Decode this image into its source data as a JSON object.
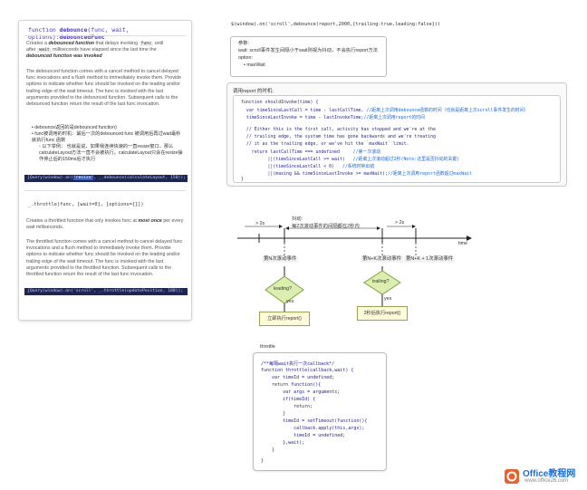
{
  "doc": {
    "signature_prefix": "function ",
    "signature_name": "debounce",
    "signature_rest": "(func, wait, options):",
    "signature_ret": "debouncedFunc",
    "p1_a": "Creates a ",
    "p1_b": "debounced function",
    "p1_c": " that delays invoking ",
    "p1_code1": "func",
    "p1_d": " until",
    "p1_e": "after ",
    "p1_code2": "wait",
    "p1_f": " milliseconds have elapsed since the last time the",
    "p1_g": "debounced function was invoked",
    "p2": "The debounced function comes with a cancel method to cancel delayed func invocations and a flush method to immediately invoke them. Provide options to indicate whether func should be invoked on the leading and/or trailing edge of the wait timeout. The func is invoked with the last arguments provided to the debounced function. Subsequent calls to the debounced function return the result of the last func invocation.",
    "b1": "• debounce返回的是debounced function)",
    "b2": "• func被调用的时机：最后一次的debounced func 被调用后再过wait毫秒 就执行func 函数",
    "b3": "◦ 以下举例：  也就是说，如果我连续快速的一直resize窗口，那么calculateLayout方法一直不会被执行。calculateLayout只会在resize操作停止后的150ms后才执行",
    "code1_a": "jQuery(window).on(",
    "code1_hl": "'resize'",
    "code1_b": ", _.debounce(calculateLayout, 150));",
    "sig2": "_.throttle(func, [wait=0], [options={}])",
    "p3_a": "Creates a throttled function that only invokes ",
    "p3_b": "func",
    "p3_c": " at ",
    "p3_d": "most once",
    "p3_e": " per every wait milliseconds.",
    "p4": "The throttled function comes with a cancel method to cancel delayed func invocations and a flush method to immediately invoke them. Provide options to indicate whether func should be invoked on the leading and/or trailing edge of the wait timeout. The func is invoked with the last arguments provided to the throttled function. Subsequent calls to the throttled function return the result of the last func invocation.",
    "code2": "jQuery(window).on('scroll', _.throttle(updatePosition, 100));"
  },
  "top": {
    "line": "$(window).on('scroll',debounce(report,2000,{trailing:true,leading:false}))",
    "params_title": "参数:",
    "params_wait": "wait: scroll事件发生间隔小于wait则视为抖动，不会执行report方法",
    "params_option": "option:",
    "params_max": "• maxWait"
  },
  "invoke": {
    "title_a": "调用",
    "title_b": "report",
    "title_c": " 的时机:",
    "l1": "function shouldInvoke(time) {",
    "l2a": "  var timeSinceLastCall = time - lastCallTime, ",
    "l2b": "//距离上次调用debounce函数的时间（也就是距离上次scroll事件发生的时间）",
    "l3a": "  timeSinceLastInvoke = time - lastInvokeTime;",
    "l3b": "//距离上次调用report的时间",
    "l4": "  // Either this is the first call, activity has stopped and we're at the",
    "l5": "  // trailing edge, the system time has gone backwards and we're treating",
    "l6": "  // it as the trailing edge, or we've hit the `maxWait` limit.",
    "l7a": "    return lastCallTime === undefined     ",
    "l7b": "//第一次滚动",
    "l8a": "          ||(timeSinceLastCall >= wait)   ",
    "l8b": "//距离上次滚动超过2秒(Note:这里是否抖动的关键)",
    "l9a": "          ||(timeSinceLastCall < 0)   ",
    "l9b": "//系统时钟出错",
    "l10a": "          ||(maxing && timeSinceLastInvoke >= maxWait);",
    "l10b": "//距离上次调用report函数超过maxWait",
    "l11": "}"
  },
  "timeline": {
    "gap1": "> 2s",
    "jitter": "抖动:",
    "jitter2": "每2次滚动事件的间隔都在2秒内",
    "gap2": "> 2s",
    "time": "time",
    "ev1": "第N次滚动事件",
    "ev2": "第N+K次滚动事件",
    "ev3": "第N+K + 1次滚动事件",
    "leading": "leading?",
    "trailing": "trailing?",
    "yes1": "yes",
    "yes2": "yes",
    "res1": "立即执行report()",
    "res2": "2秒后执行report()"
  },
  "throttle": {
    "title": "throttle",
    "l1": "/**每隔wait执行一次callback*/",
    "l2": "function throttle(callback,wait) {",
    "l3": "    var timeId = undefined;",
    "l4": "    return function(){",
    "l5": "        var args = arguments;",
    "l6": "        if(timeId) {",
    "l7": "            return;",
    "l8": "        }",
    "l9": "        timeId = setTimeout(function(){",
    "l10": "            callback.apply(this,args);",
    "l11": "            timeId = undefined;",
    "l12": "        },wait);",
    "l13": "    }",
    "l14": "}"
  },
  "watermark": {
    "name": "Office教程网",
    "url": "www.office26.com"
  }
}
